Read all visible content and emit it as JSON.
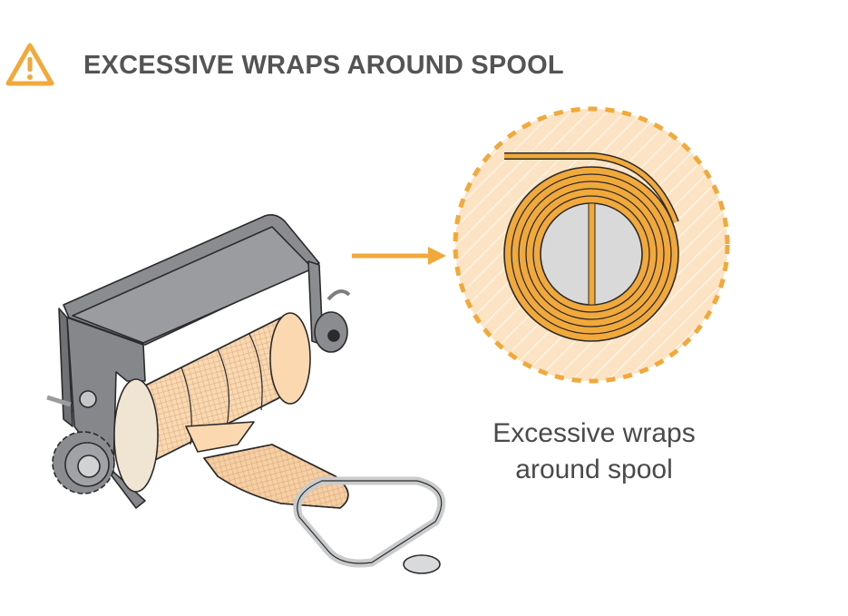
{
  "header": {
    "title": "EXCESSIVE WRAPS AROUND SPOOL",
    "icon": "warning-triangle-icon"
  },
  "callout": {
    "line1": "Excessive wraps",
    "line2": "around spool"
  },
  "colors": {
    "accent": "#f2a93b",
    "strap": "#fbd8b0",
    "metal": "#7f8184",
    "text": "#545454"
  }
}
